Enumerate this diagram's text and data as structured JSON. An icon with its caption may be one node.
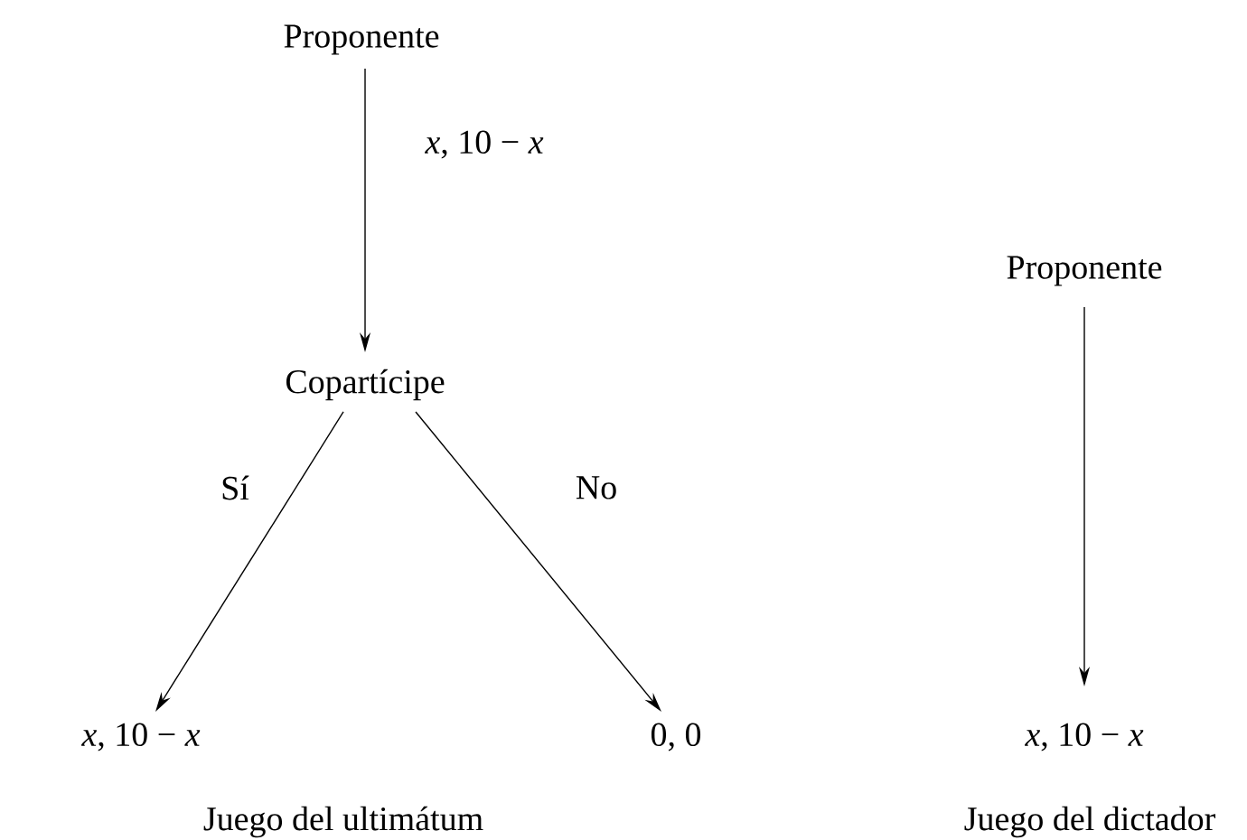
{
  "diagram": {
    "nodes": [
      {
        "text": [
          "Proponente"
        ]
      },
      {
        "text": [
          "Copartícipe"
        ]
      },
      {
        "text": [
          "*x*, 10 − *x*"
        ]
      },
      {
        "text": [
          "0, 0"
        ]
      },
      {
        "text": [
          "Proponente"
        ]
      },
      {
        "text": [
          "*x*, 10 − *x*"
        ]
      }
    ],
    "edges": [
      {
        "from": 0,
        "to": 1,
        "arrow": "to",
        "label": "*x*, 10 − *x*"
      },
      {
        "from": 1,
        "to": 2,
        "arrow": "to",
        "label": "Sí"
      },
      {
        "from": 1,
        "to": 3,
        "arrow": "to",
        "label": "No"
      },
      {
        "from": 4,
        "to": 5,
        "arrow": "to"
      }
    ],
    "labels": [
      "Juego del ultimátum",
      "Juego del dictador"
    ]
  }
}
